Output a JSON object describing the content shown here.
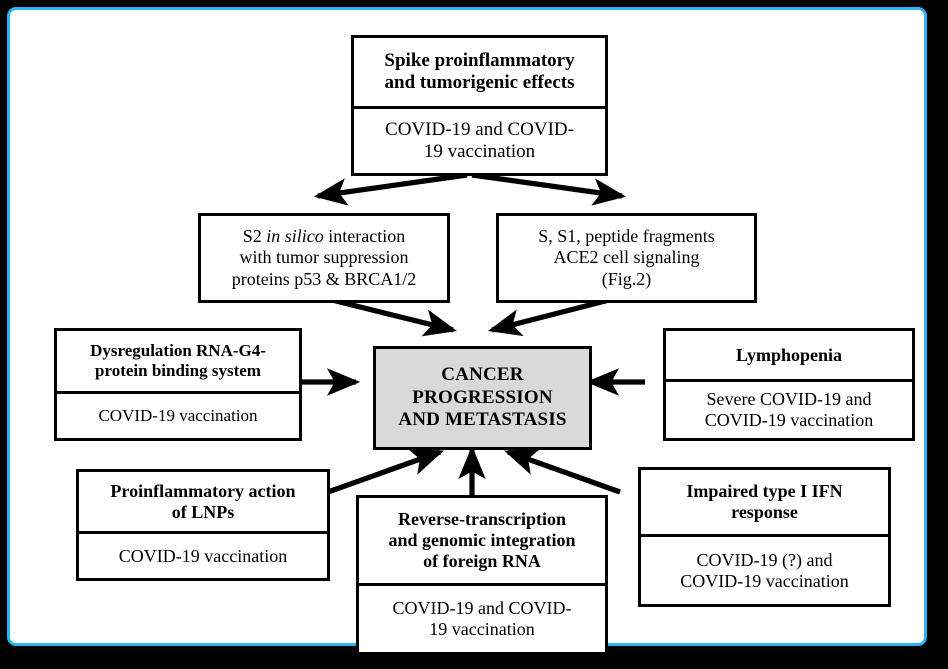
{
  "figure": {
    "type": "flowchart",
    "frame_color": "#29b6f6",
    "center_fill": "#d9d9d9",
    "line_color": "#000000",
    "background": "#ffffff"
  },
  "nodes": {
    "spike": {
      "title": "Spike proinflammatory and tumorigenic effects",
      "title_line1": "Spike proinflammatory",
      "title_line2": "and tumorigenic effects",
      "sub_line1": "COVID-19 and COVID-",
      "sub_line2": "19 vaccination",
      "sub": "COVID-19 and COVID-19 vaccination"
    },
    "s2_interaction": {
      "line1_a": "S2 ",
      "line1_italic": "in silico",
      "line1_b": " interaction",
      "line2": "with tumor suppression",
      "line3": "proteins p53 & BRCA1/2"
    },
    "ace2": {
      "line1": "S, S1, peptide fragments",
      "line2": "ACE2 cell signaling",
      "line3": "(Fig.2)"
    },
    "rna_g4": {
      "title_line1": "Dysregulation RNA-G4-",
      "title_line2": "protein binding system",
      "sub": "COVID-19 vaccination"
    },
    "center": {
      "line1": "CANCER",
      "line2": "PROGRESSION",
      "line3": "AND METASTASIS"
    },
    "lymphopenia": {
      "title": "Lymphopenia",
      "sub_line1": "Severe COVID-19 and",
      "sub_line2": "COVID-19 vaccination"
    },
    "lnp": {
      "title_line1": "Proinflammatory action",
      "title_line2": "of LNPs",
      "sub": "COVID-19 vaccination"
    },
    "reverse_transcription": {
      "title_line1": "Reverse-transcription",
      "title_line2": "and genomic integration",
      "title_line3": "of foreign RNA",
      "sub_line1": "COVID-19 and COVID-",
      "sub_line2": "19 vaccination"
    },
    "ifn": {
      "title_line1": "Impaired type I IFN",
      "title_line2": "response",
      "sub_line1": "COVID-19 (?) and",
      "sub_line2": "COVID-19 vaccination"
    }
  },
  "edges": [
    {
      "from": "spike",
      "to": "s2_interaction",
      "style": "arrow"
    },
    {
      "from": "spike",
      "to": "ace2",
      "style": "arrow"
    },
    {
      "from": "s2_interaction",
      "to": "center",
      "style": "arrow"
    },
    {
      "from": "ace2",
      "to": "center",
      "style": "arrow"
    },
    {
      "from": "rna_g4",
      "to": "center",
      "style": "arrow"
    },
    {
      "from": "lymphopenia",
      "to": "center",
      "style": "arrow"
    },
    {
      "from": "lnp",
      "to": "center",
      "style": "arrow"
    },
    {
      "from": "reverse_transcription",
      "to": "center",
      "style": "arrow"
    },
    {
      "from": "ifn",
      "to": "center",
      "style": "arrow"
    }
  ]
}
